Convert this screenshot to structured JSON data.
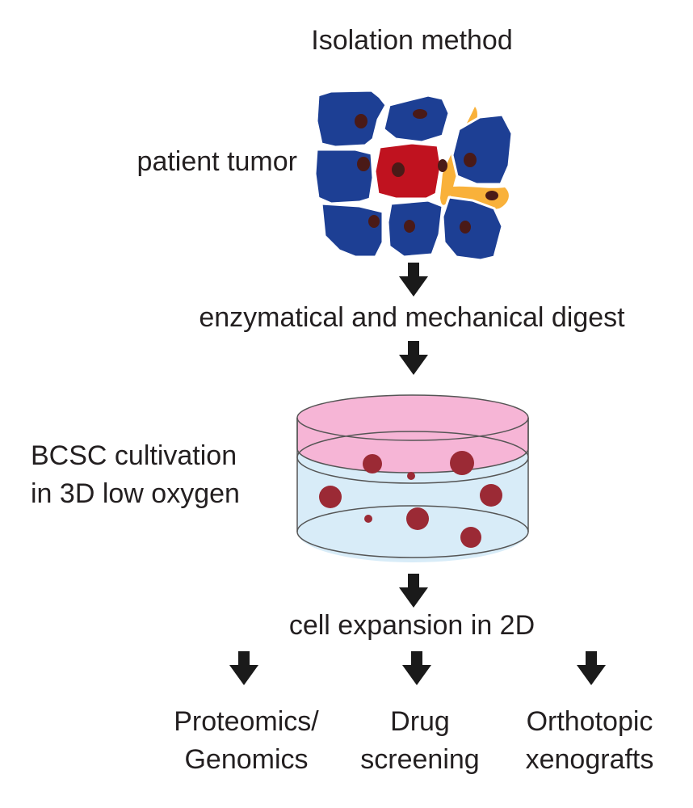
{
  "title": "Isolation method",
  "steps": {
    "tumor_label": "patient tumor",
    "digest_label": "enzymatical and mechanical digest",
    "cultivation_label_line1": "BCSC cultivation",
    "cultivation_label_line2": "in 3D low oxygen",
    "expansion_label": "cell expansion in 2D"
  },
  "outputs": [
    {
      "line1": "Proteomics/",
      "line2": "Genomics"
    },
    {
      "line1": "Drug",
      "line2": "screening"
    },
    {
      "line1": "Orthotopic",
      "line2": "xenografts"
    }
  ],
  "colors": {
    "tumor_cell": "#1d3f94",
    "highlight_cell": "#c0121f",
    "stromal_cell": "#f9b13a",
    "nucleus": "#4a1a17",
    "dish_top": "#f6b5d6",
    "dish_body": "#d8ecf8",
    "spheroid": "#9b2a35",
    "arrow": "#1a1a1a"
  }
}
